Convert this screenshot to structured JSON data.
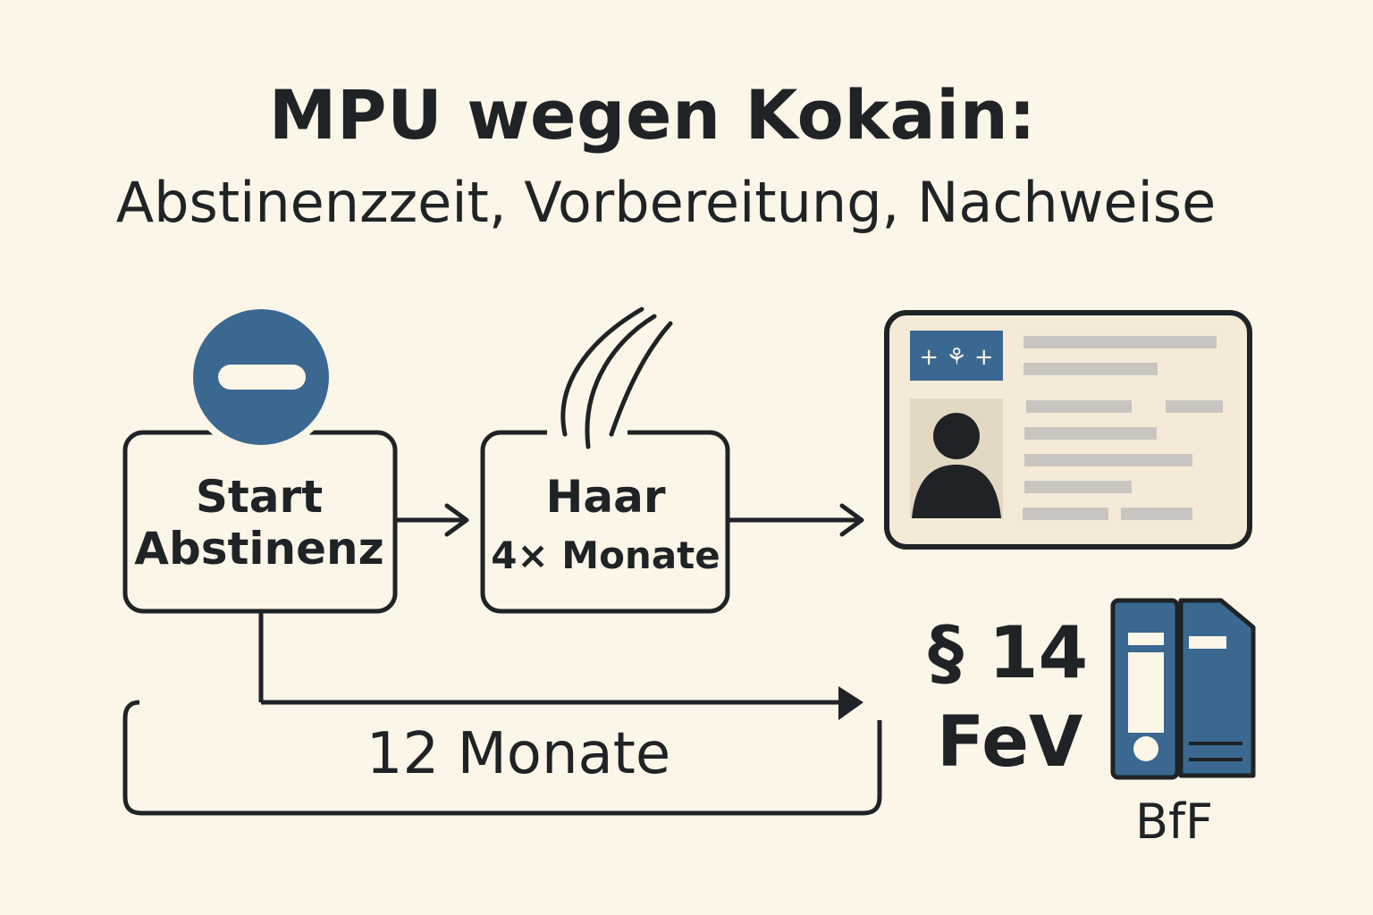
{
  "header": {
    "title": "MPU wegen Kokain:",
    "subtitle": "Abstinenzzeit, Vorbereitung, Nachweise"
  },
  "steps": {
    "start_line1": "Start",
    "start_line2": "Abstinenz",
    "haar_line1": "Haar",
    "haar_line2": "4× Monate"
  },
  "timeline": {
    "duration": "12 Monate"
  },
  "law": {
    "paragraph": "§ 14",
    "code": "FeV"
  },
  "binder": {
    "label": "BfF"
  },
  "colors": {
    "background": "#fcf6e8",
    "accent_blue": "#3a6890",
    "ink": "#1f2326",
    "card_fill": "#f5ead8",
    "placeholder_gray": "#c9c6c1"
  },
  "icons": {
    "start": "no-entry-icon",
    "haar": "hair-strand-icon",
    "card": "id-card-icon",
    "binder": "binder-folders-icon"
  }
}
